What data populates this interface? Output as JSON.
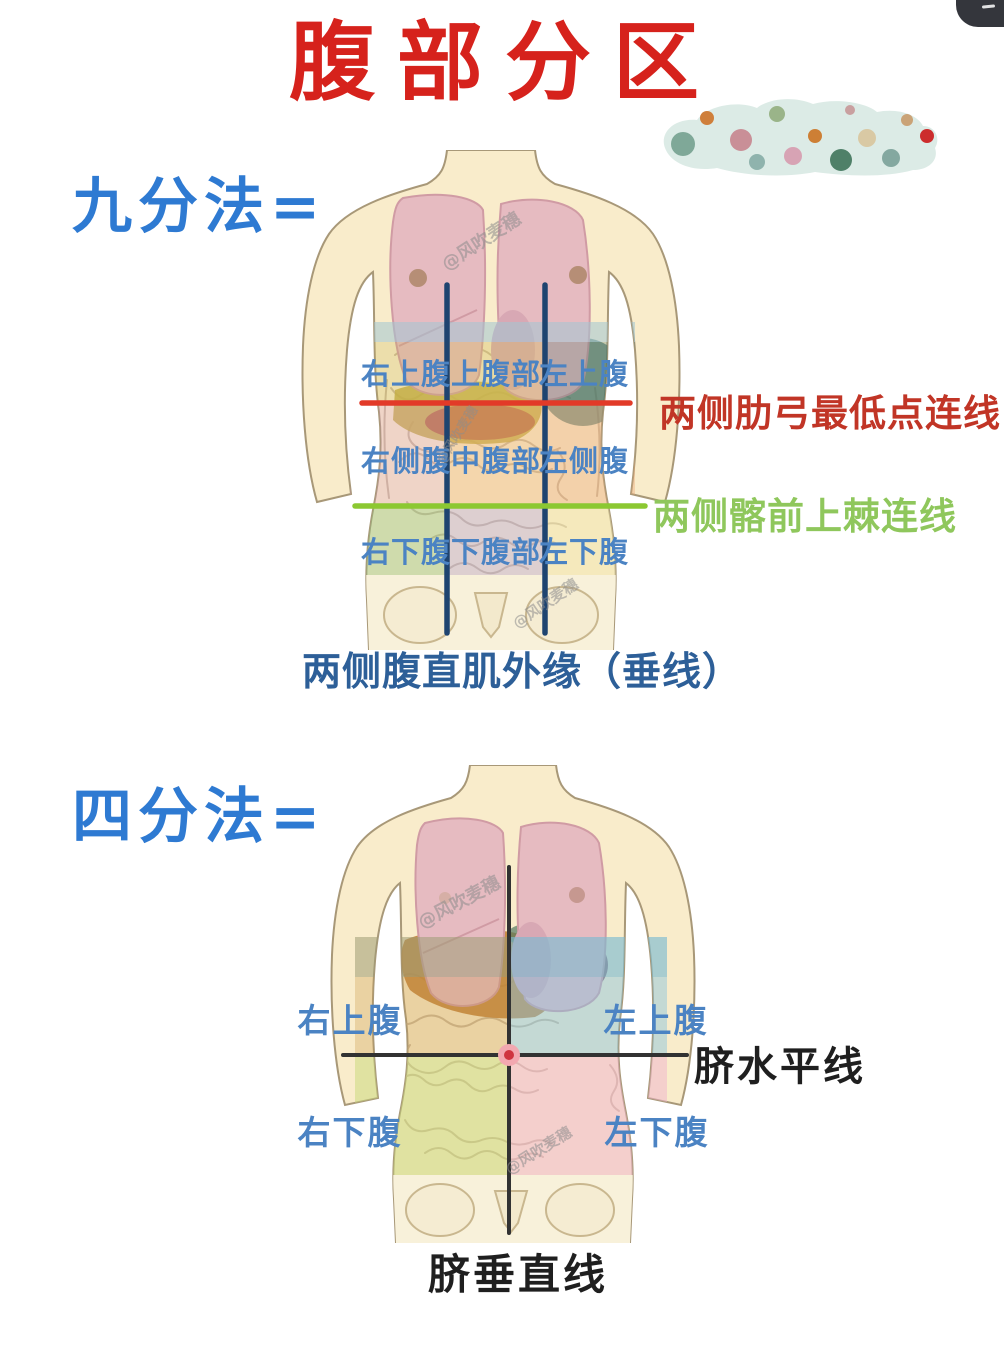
{
  "title": {
    "text": "腹部分区"
  },
  "corner_widget": {
    "visible": true
  },
  "nine_method": {
    "heading": "九分法=",
    "row_labels": [
      [
        "右上腹",
        "上腹部",
        "左上腹"
      ],
      [
        "右侧腹",
        "中腹部",
        "左侧腹"
      ],
      [
        "右下腹",
        "下腹部",
        "左下腹"
      ]
    ],
    "costal_line_label": "两侧肋弓最低点连线",
    "iliac_line_label": "两侧髂前上棘连线",
    "caption": "两侧腹直肌外缘（垂线）"
  },
  "four_method": {
    "heading": "四分法=",
    "quadrant_labels": {
      "right_upper": "右上腹",
      "left_upper": "左上腹",
      "right_lower": "右下腹",
      "left_lower": "左下腹"
    },
    "horizontal_line_label": "脐水平线",
    "vertical_line_label": "脐垂直线"
  },
  "watermark": "@风吹麦穗",
  "colors": {
    "title_red": "#d6221c",
    "heading_blue": "#2e7ad2",
    "region_label_blue": "#4b83c3",
    "costal_text_red": "#c13526",
    "iliac_text_green": "#8fc75c",
    "caption_blue": "#2d5f98",
    "costal_line": "#e23a28",
    "iliac_line": "#8cc832",
    "rectus_line_navy": "#1e4470",
    "umbilical_line_black": "#323232",
    "skin": "#f9eccb",
    "lung_pink": "#e6bbc1"
  }
}
